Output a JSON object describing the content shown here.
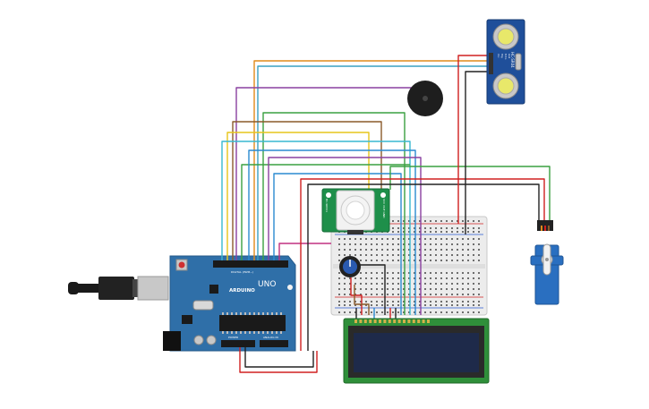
{
  "arduino": {
    "brand_text": "ARDUINO",
    "model_text": "UNO",
    "digital_header_label": "DIGITAL (PWM~)",
    "power_header_label": "POWER",
    "analog_header_label": "ANALOG IN"
  },
  "ultrasonic": {
    "model_text": "HC-SR04",
    "pin_labels": [
      "Vcc",
      "Trig",
      "Echo",
      "Gnd"
    ]
  },
  "pir": {
    "left_label": "HC-SR501",
    "right_label": "VCC OUT GND"
  },
  "lcd": {
    "rows": 2,
    "columns": 16
  },
  "colors": {
    "arduino_board": "#2f6fa8",
    "breadboard": "#ececec",
    "pir_board": "#1e8f4a",
    "lcd_pcb": "#2f8f3a",
    "lcd_screen": "#1e2a4a",
    "servo": "#2a6fc0",
    "ultrasonic_board": "#1f4f9a",
    "wire_red": "#d02020",
    "wire_black": "#222222",
    "wire_orange": "#e08a1a",
    "wire_yellow": "#e6c51a",
    "wire_green": "#3aa040",
    "wire_blue": "#2a8ad0",
    "wire_cyan": "#38b8d0",
    "wire_purple": "#8a40a0",
    "wire_brown": "#8a5a2a",
    "wire_magenta": "#c03080"
  }
}
